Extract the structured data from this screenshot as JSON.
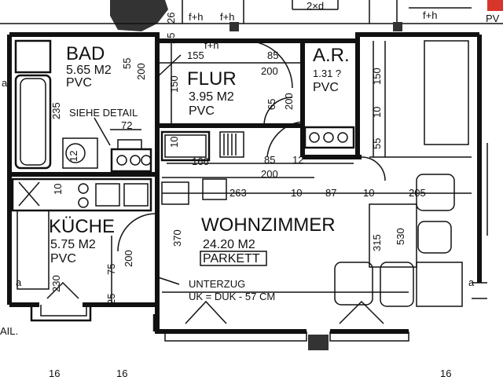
{
  "rooms": {
    "bad": {
      "name": "BAD",
      "area": "5.65 M2",
      "floor": "PVC"
    },
    "flur": {
      "name": "FLUR",
      "area": "3.95 M2",
      "floor": "PVC"
    },
    "ar": {
      "name": "A.R.",
      "area": "1.31 ?",
      "floor": "PVC"
    },
    "kueche": {
      "name": "KÜCHE",
      "area": "5.75 M2",
      "floor": "PVC"
    },
    "wohnzimmer": {
      "name": "WOHNZIMMER",
      "area": "24.20 M2",
      "floor": "PARKETT"
    }
  },
  "notes": {
    "siehe_detail": "SIEHE DETAIL",
    "unterzug_line1": "UNTERZUG",
    "unterzug_line2": "UK = DUK - 57 CM",
    "detail_left": "AIL.",
    "detail_num": "72"
  },
  "dims": {
    "d155": "155",
    "d85a": "85",
    "d200a": "200",
    "d150a": "150",
    "d235": "235",
    "d200b": "200",
    "d55": "55",
    "d65": "65",
    "d200c": "200",
    "d150b": "150",
    "d10a": "10",
    "d55b": "55",
    "d10b": "10",
    "d166": "166",
    "d85b": "85",
    "d200d": "200",
    "d12a": "12",
    "d12b": "12",
    "d263": "263",
    "d10c": "10",
    "d87": "87",
    "d10d": "10",
    "d205": "205",
    "d10e": "10",
    "d370": "370",
    "d230": "230",
    "d25": "25",
    "d75": "75",
    "d200e": "200",
    "d315": "315",
    "d530": "530",
    "d16a": "16",
    "d16b": "16",
    "d16c": "16",
    "d26": "26",
    "d25b": "25",
    "fh1": "f+h",
    "fh2": "f+h",
    "fh3": "f+h",
    "fh4": "2×d",
    "fh5": "f+h",
    "a1": "a",
    "a2": "a",
    "a3": "a",
    "pv": "PV"
  }
}
